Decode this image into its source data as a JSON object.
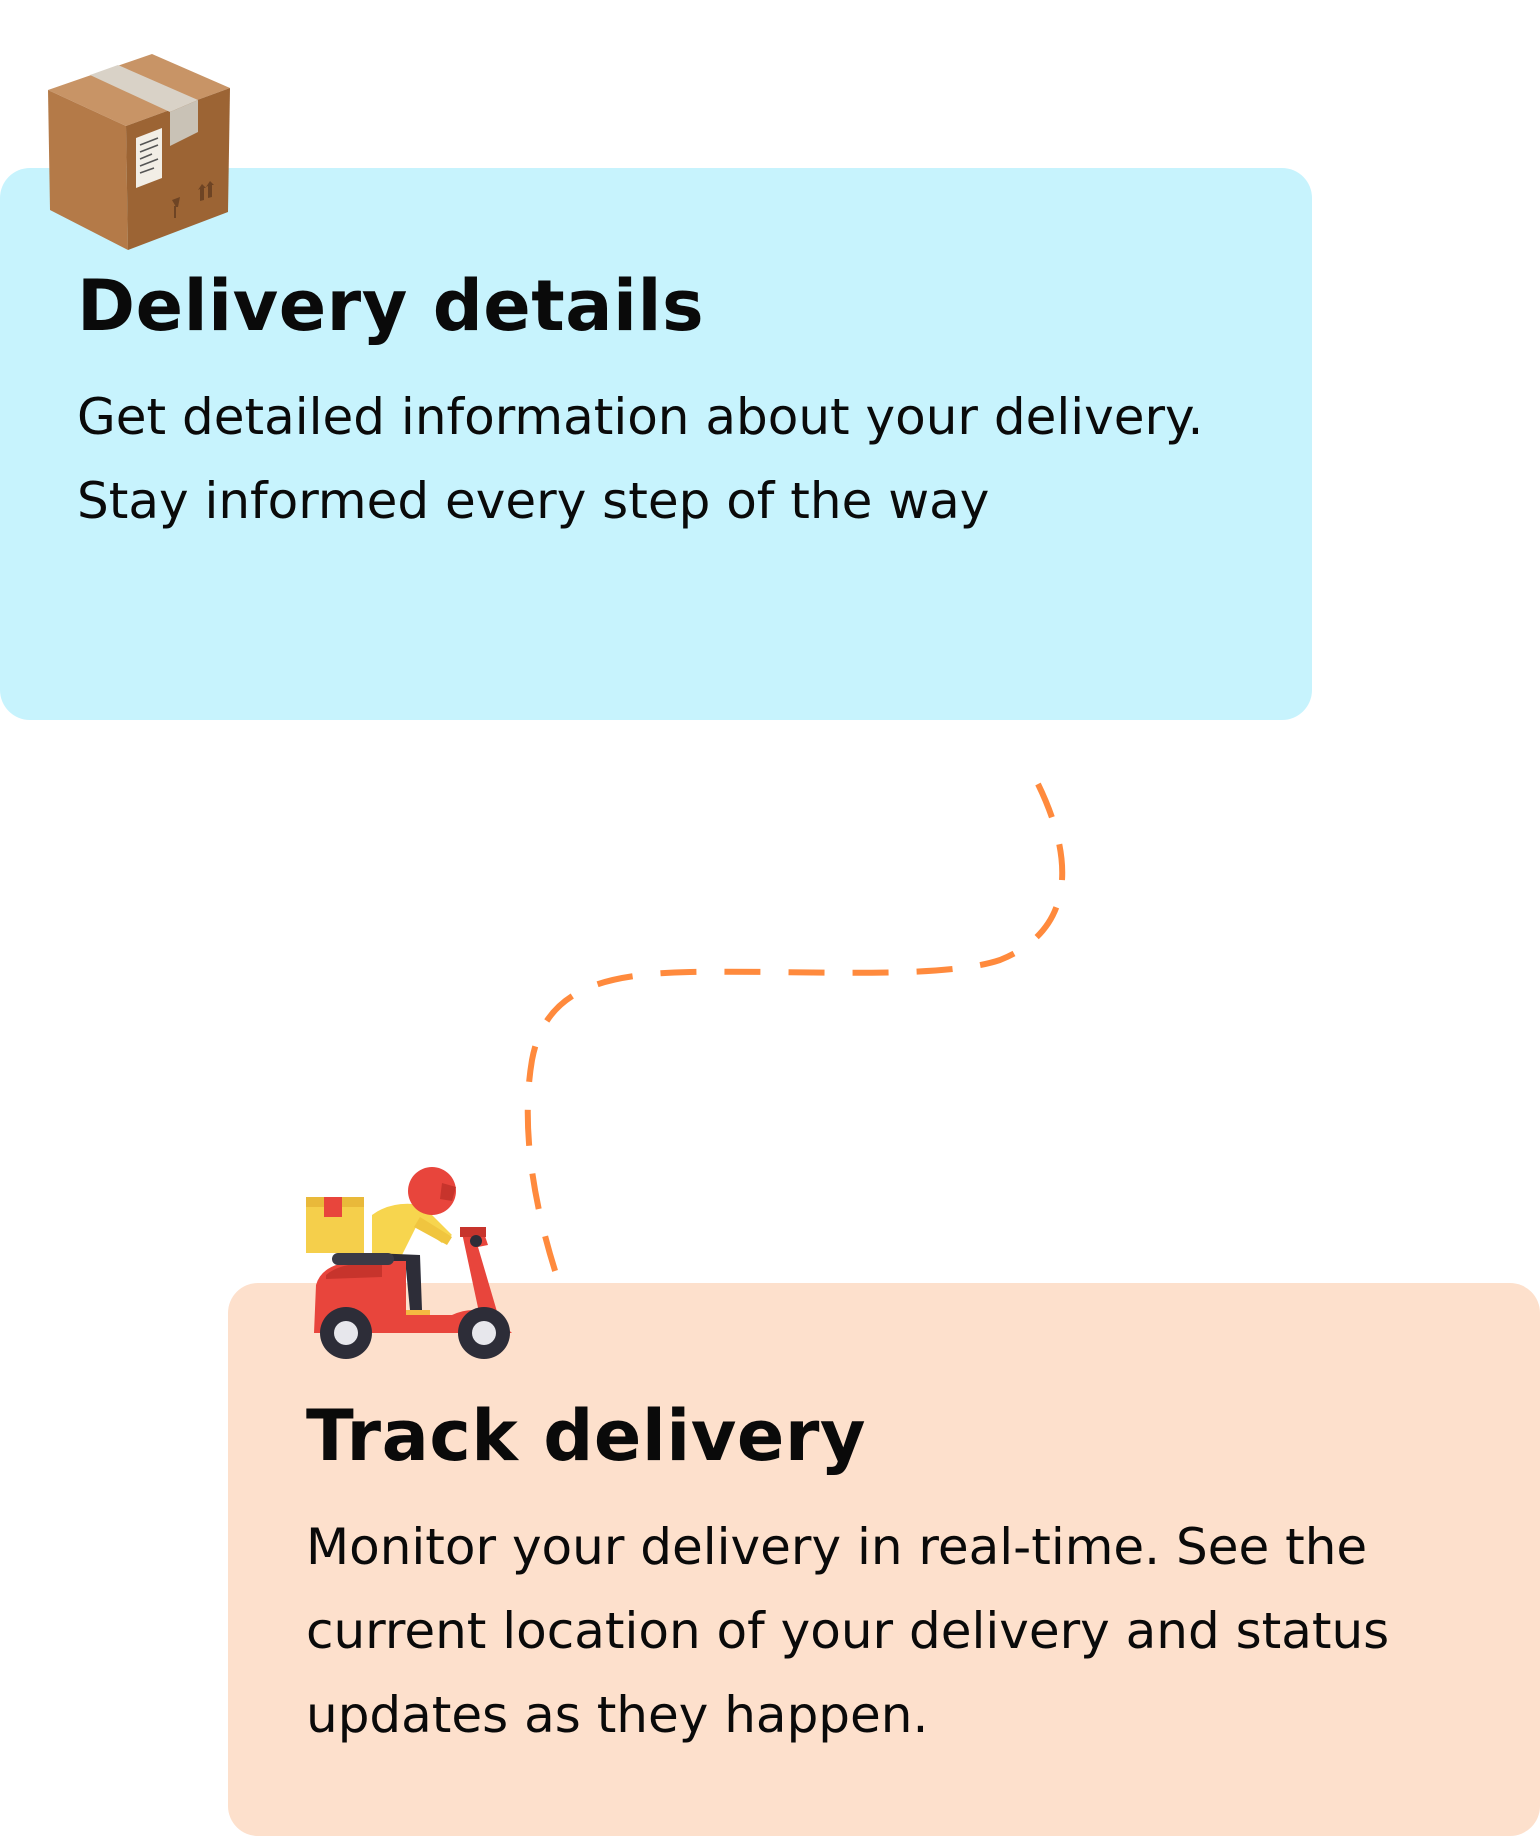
{
  "cards": [
    {
      "title": "Delivery details",
      "text": "Get detailed information about your delivery. Stay informed every step of the way",
      "icon": "package-box-icon",
      "background": "#c7f3fd"
    },
    {
      "title": "Track delivery",
      "text": "Monitor your delivery in real-time. See the current location of your delivery and status updates as they happen.",
      "icon": "delivery-scooter-icon",
      "background": "#fde0cc"
    }
  ],
  "connector": {
    "icon": "dashed-route-line",
    "color": "#ff8a3d"
  }
}
